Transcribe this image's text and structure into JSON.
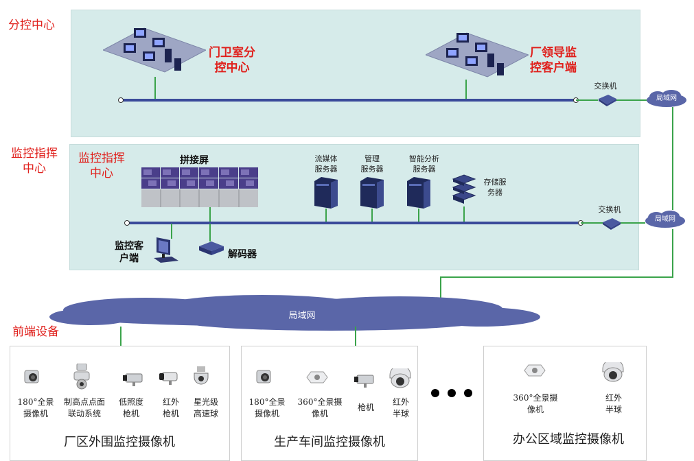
{
  "sections": {
    "branch_control": "分控中心",
    "command_center": "监控指挥\n中心",
    "front_end": "前端设备"
  },
  "branch": {
    "gate_room": "门卫室分\n控中心",
    "factory_leader": "厂领导监\n控客户端",
    "switch": "交换机",
    "lan": "局域网"
  },
  "command": {
    "title": "监控指挥\n中心",
    "video_wall": "拼接屏",
    "streaming_server": "流媒体\n服务器",
    "management_server": "管理\n服务器",
    "smart_server": "智能分析\n服务器",
    "storage_server": "存储服\n务器",
    "switch": "交换机",
    "lan": "局域网",
    "client": "监控客\n户端",
    "decoder": "解码器"
  },
  "main_lan": "局域网",
  "groups": [
    {
      "title": "厂区外围监控摄像机",
      "cameras": [
        {
          "label": "180°全景\n摄像机",
          "icon": "panoramic-camera-icon"
        },
        {
          "label": "制高点点面\n联动系统",
          "icon": "linkage-camera-icon"
        },
        {
          "label": "低照度\n枪机",
          "icon": "bullet-camera-icon"
        },
        {
          "label": "红外\n枪机",
          "icon": "infrared-bullet-camera-icon"
        },
        {
          "label": "星光级\n高速球",
          "icon": "speed-dome-icon"
        }
      ]
    },
    {
      "title": "生产车间监控摄像机",
      "cameras": [
        {
          "label": "180°全景\n摄像机",
          "icon": "panoramic-camera-icon"
        },
        {
          "label": "360°全景摄\n像机",
          "icon": "fisheye-camera-icon"
        },
        {
          "label": "枪机",
          "icon": "bullet-camera-icon"
        },
        {
          "label": "红外\n半球",
          "icon": "dome-camera-icon"
        }
      ]
    },
    {
      "title": "办公区域监控摄像机",
      "cameras": [
        {
          "label": "360°全景摄\n像机",
          "icon": "fisheye-camera-icon"
        },
        {
          "label": "红外\n半球",
          "icon": "dome-camera-icon"
        }
      ]
    }
  ],
  "colors": {
    "panel": "#d6ebea",
    "bus": "#3a4a9a",
    "link": "#3aa34a",
    "label_red": "#e0201c",
    "cloud": "#5a66a8"
  }
}
